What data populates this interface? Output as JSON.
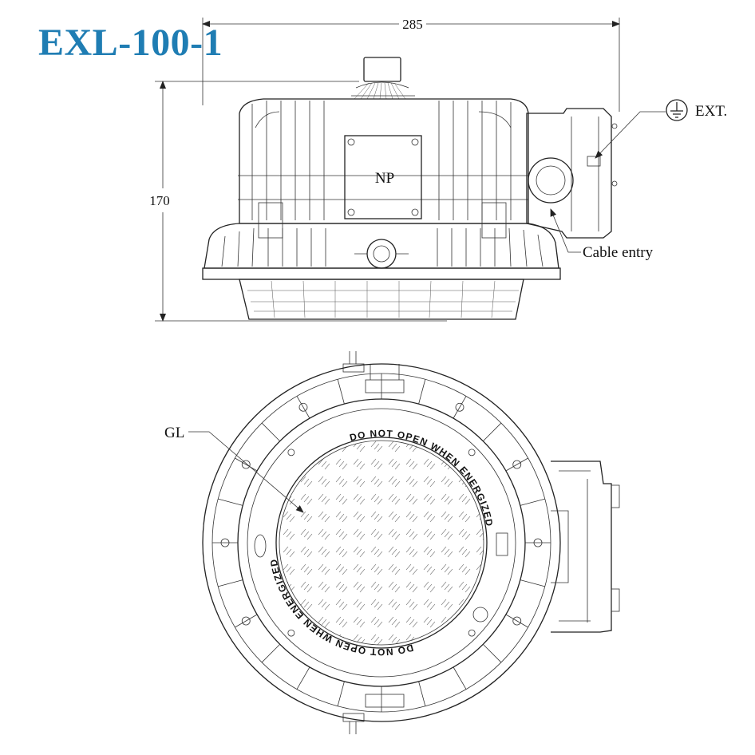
{
  "title": "EXL-100-1",
  "dimensions": {
    "width": "285",
    "height": "170"
  },
  "labels": {
    "nameplate": "NP",
    "earth_external": "EXT.",
    "cable_entry": "Cable entry",
    "glass": "GL"
  },
  "warning_top": "DO NOT OPEN WHEN ENERGIZED",
  "warning_bottom": "DO NOT OPEN WHEN ENERGIZED",
  "colors": {
    "title": "#1f7db3",
    "line": "#222222",
    "background": "#ffffff"
  },
  "icons": {
    "earth_symbol": "ground-icon"
  }
}
